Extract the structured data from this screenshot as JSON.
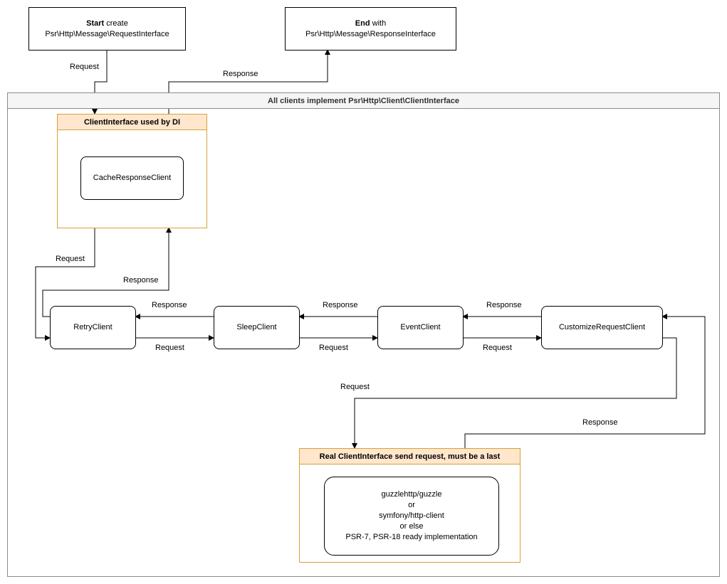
{
  "start_box": {
    "strong": "Start",
    "text": " create",
    "line2": "Psr\\Http\\Message\\RequestInterface"
  },
  "end_box": {
    "strong": "End",
    "text": " with",
    "line2": "Psr\\Http\\Message\\ResponseInterface"
  },
  "container": {
    "title": "All clients implement Psr\\Http\\Client\\ClientInterface"
  },
  "di_group": {
    "title": "ClientInterface used by DI",
    "node": "CacheResponseClient"
  },
  "chain": {
    "retry": "RetryClient",
    "sleep": "SleepClient",
    "event": "EventClient",
    "customize": "CustomizeRequestClient"
  },
  "real_group": {
    "title": "Real ClientInterface send request, must be a last",
    "lines": [
      "guzzlehttp/guzzle",
      "or",
      "symfony/http-client",
      "or else",
      "PSR-7, PSR-18 ready implementation"
    ]
  },
  "edge_labels": {
    "start_request": "Request",
    "end_response": "Response",
    "di_request": "Request",
    "di_response": "Response",
    "sleep_retry_response": "Response",
    "retry_sleep_request": "Request",
    "event_sleep_response": "Response",
    "sleep_event_request": "Request",
    "customize_event_response": "Response",
    "event_customize_request": "Request",
    "customize_real_request": "Request",
    "real_customize_response": "Response"
  },
  "colors": {
    "group_border": "#d6a23a",
    "group_header": "#ffe6cc",
    "container_header": "#f5f5f5"
  }
}
